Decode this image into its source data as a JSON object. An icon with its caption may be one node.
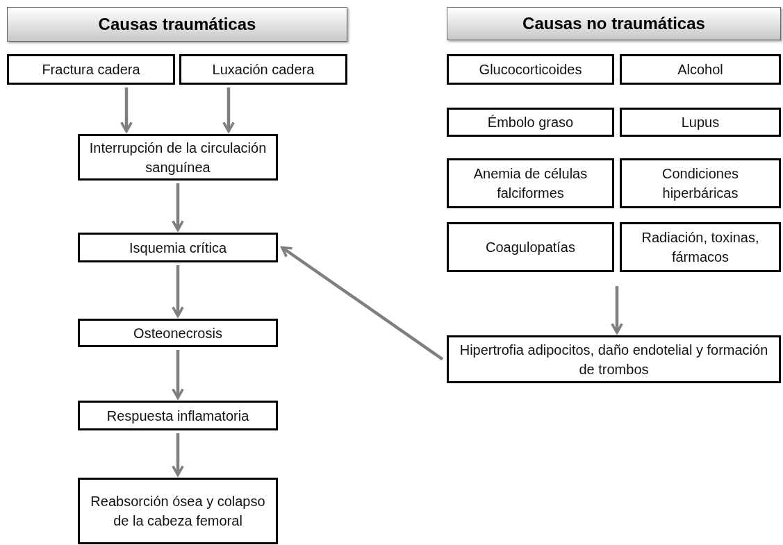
{
  "diagram": {
    "nodes": [
      {
        "text": [
          "Causas traumáticas"
        ]
      },
      {
        "text": [
          "Fractura cadera"
        ]
      },
      {
        "text": [
          "Luxación cadera"
        ]
      },
      {
        "text": [
          "Interrupción de la circulación sanguínea"
        ]
      },
      {
        "text": [
          "Isquemia crítica"
        ]
      },
      {
        "text": [
          "Osteonecrosis"
        ]
      },
      {
        "text": [
          "Respuesta inflamatoria"
        ]
      },
      {
        "text": [
          "Reabsorción ósea y colapso de la cabeza femoral"
        ]
      },
      {
        "text": [
          "Causas no traumáticas"
        ]
      },
      {
        "text": [
          "Glucocorticoides"
        ]
      },
      {
        "text": [
          "Alcohol"
        ]
      },
      {
        "text": [
          "Émbolo graso"
        ]
      },
      {
        "text": [
          "Lupus"
        ]
      },
      {
        "text": [
          "Anemia de células falciformes"
        ]
      },
      {
        "text": [
          "Condiciones hiperbáricas"
        ]
      },
      {
        "text": [
          "Coagulopatías"
        ]
      },
      {
        "text": [
          "Radiación, toxinas, fármacos"
        ]
      },
      {
        "text": [
          "Hipertrofia adipocitos, daño endotelial y formación de trombos"
        ]
      }
    ],
    "edges": [
      {
        "from": 1,
        "to": 3,
        "arrow": "to"
      },
      {
        "from": 2,
        "to": 3,
        "arrow": "to"
      },
      {
        "from": 3,
        "to": 4,
        "arrow": "to"
      },
      {
        "from": 4,
        "to": 5,
        "arrow": "to"
      },
      {
        "from": 5,
        "to": 6,
        "arrow": "to"
      },
      {
        "from": 6,
        "to": 7,
        "arrow": "to"
      },
      {
        "from": null,
        "to": 17,
        "arrow": "to"
      },
      {
        "from": 17,
        "to": 4,
        "arrow": "to"
      }
    ]
  }
}
